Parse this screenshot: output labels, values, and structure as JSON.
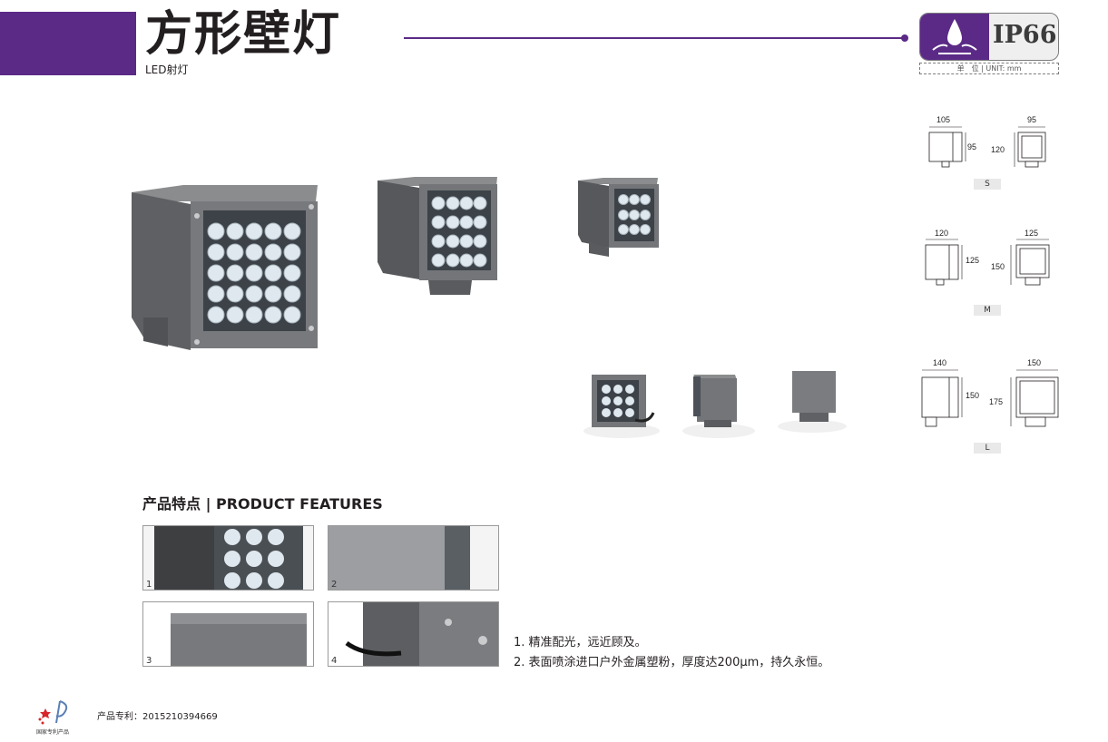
{
  "header": {
    "title": "方形壁灯",
    "subtitle": "LED射灯",
    "ip_rating": "IP66",
    "unit": "单　位 | UNIT: mm"
  },
  "drawings": [
    {
      "size": "S",
      "side_width": "105",
      "side_height": "95",
      "front_width": "95",
      "front_height": "120"
    },
    {
      "size": "M",
      "side_width": "120",
      "side_height": "125",
      "front_width": "125",
      "front_height": "150"
    },
    {
      "size": "L",
      "side_width": "140",
      "side_height": "150",
      "front_width": "150",
      "front_height": "175"
    }
  ],
  "features": {
    "heading": "产品特点 | PRODUCT FEATURES",
    "detail_numbers": [
      "1",
      "2",
      "3",
      "4"
    ],
    "items": [
      "1. 精准配光，远近顾及。",
      "2. 表面喷涂进口户外金属塑粉，厚度达200μm，持久永恒。"
    ]
  },
  "footer": {
    "patent_text": "产品专利：2015210394669",
    "logo_caption": "国家专利产品"
  },
  "colors": {
    "brand": "#5b2a86",
    "housing": "#6e7073",
    "lens": "#dfe8ee"
  }
}
